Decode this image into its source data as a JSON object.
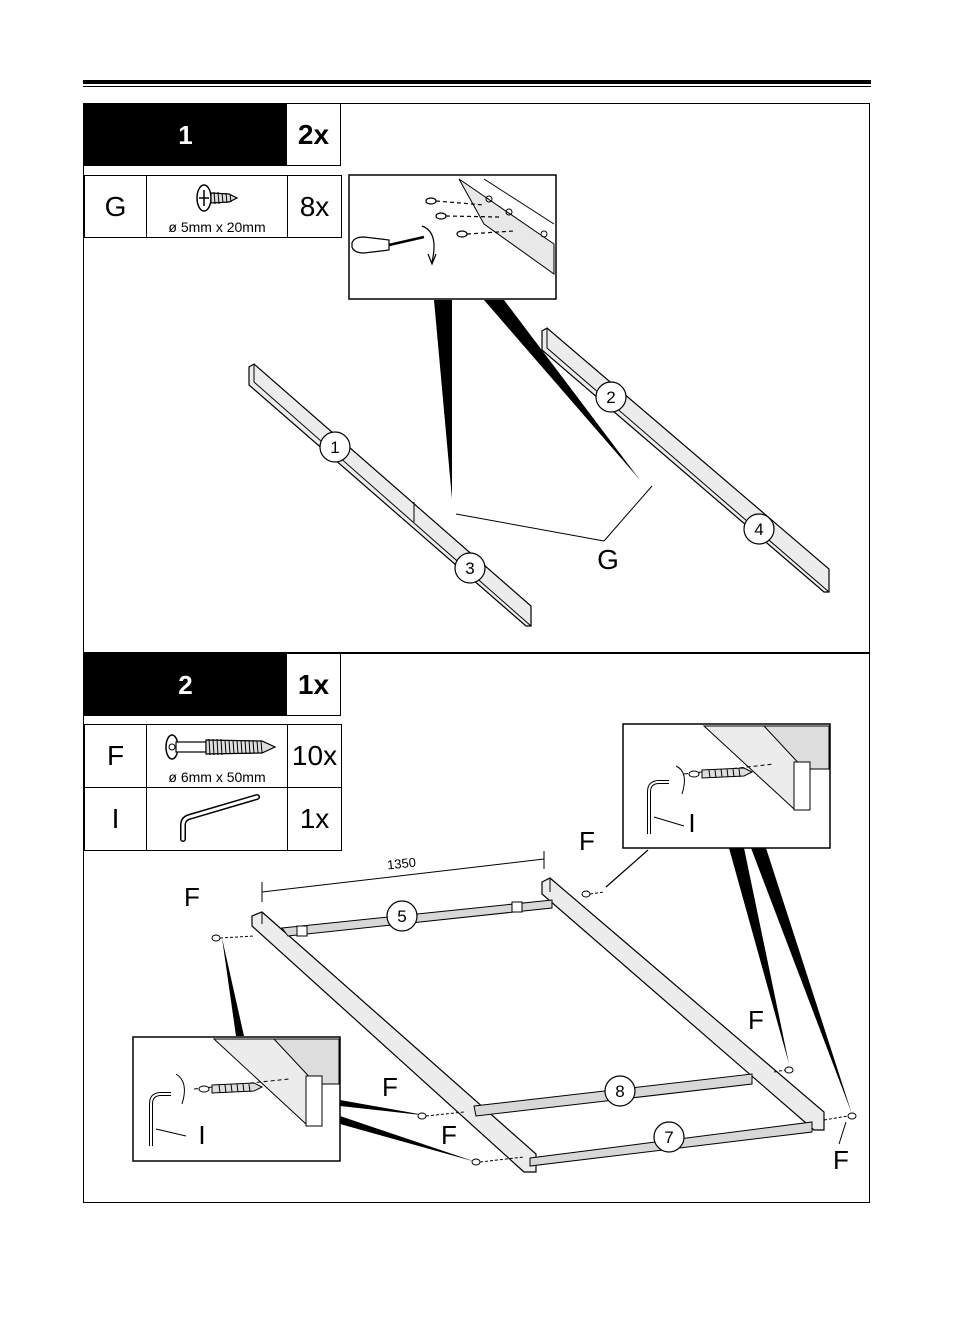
{
  "step1": {
    "number": "1",
    "quantity": "2x",
    "parts": [
      {
        "letter": "G",
        "dimension": "ø 5mm x 20mm",
        "count": "8x"
      }
    ],
    "callouts": {
      "p1": "1",
      "p2": "2",
      "p3": "3",
      "p4": "4",
      "g": "G"
    }
  },
  "step2": {
    "number": "2",
    "quantity": "1x",
    "parts": [
      {
        "letter": "F",
        "dimension": "ø 6mm x 50mm",
        "count": "10x"
      },
      {
        "letter": "I",
        "dimension": "",
        "count": "1x"
      }
    ],
    "measurement": "1350",
    "callouts": {
      "p5": "5",
      "p7": "7",
      "p8": "8",
      "f": "F",
      "i": "I"
    }
  }
}
